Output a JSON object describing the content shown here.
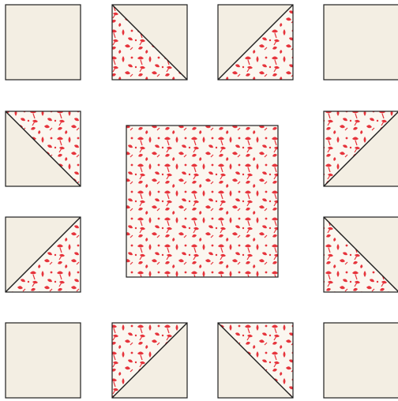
{
  "quilt": {
    "colors": {
      "background": "#ffffff",
      "solid_fabric": "#f3eee3",
      "print_fabric_base": "#fbf7f0",
      "print_motif": "#e6343c",
      "seam_line": "#1e1e1e"
    },
    "blocks": [
      {
        "id": "r1c1",
        "kind": "solid"
      },
      {
        "id": "r1c2",
        "kind": "half-square-triangle",
        "print_half": "lower-left"
      },
      {
        "id": "r1c3",
        "kind": "half-square-triangle",
        "print_half": "lower-right"
      },
      {
        "id": "r1c4",
        "kind": "solid"
      },
      {
        "id": "r2c1",
        "kind": "half-square-triangle",
        "print_half": "upper-right"
      },
      {
        "id": "center",
        "kind": "print-square"
      },
      {
        "id": "r2c4",
        "kind": "half-square-triangle",
        "print_half": "upper-left"
      },
      {
        "id": "r3c1",
        "kind": "half-square-triangle",
        "print_half": "lower-right"
      },
      {
        "id": "r3c4",
        "kind": "half-square-triangle",
        "print_half": "lower-left"
      },
      {
        "id": "r4c1",
        "kind": "solid"
      },
      {
        "id": "r4c2",
        "kind": "half-square-triangle",
        "print_half": "upper-left"
      },
      {
        "id": "r4c3",
        "kind": "half-square-triangle",
        "print_half": "upper-right"
      },
      {
        "id": "r4c4",
        "kind": "solid"
      }
    ]
  }
}
